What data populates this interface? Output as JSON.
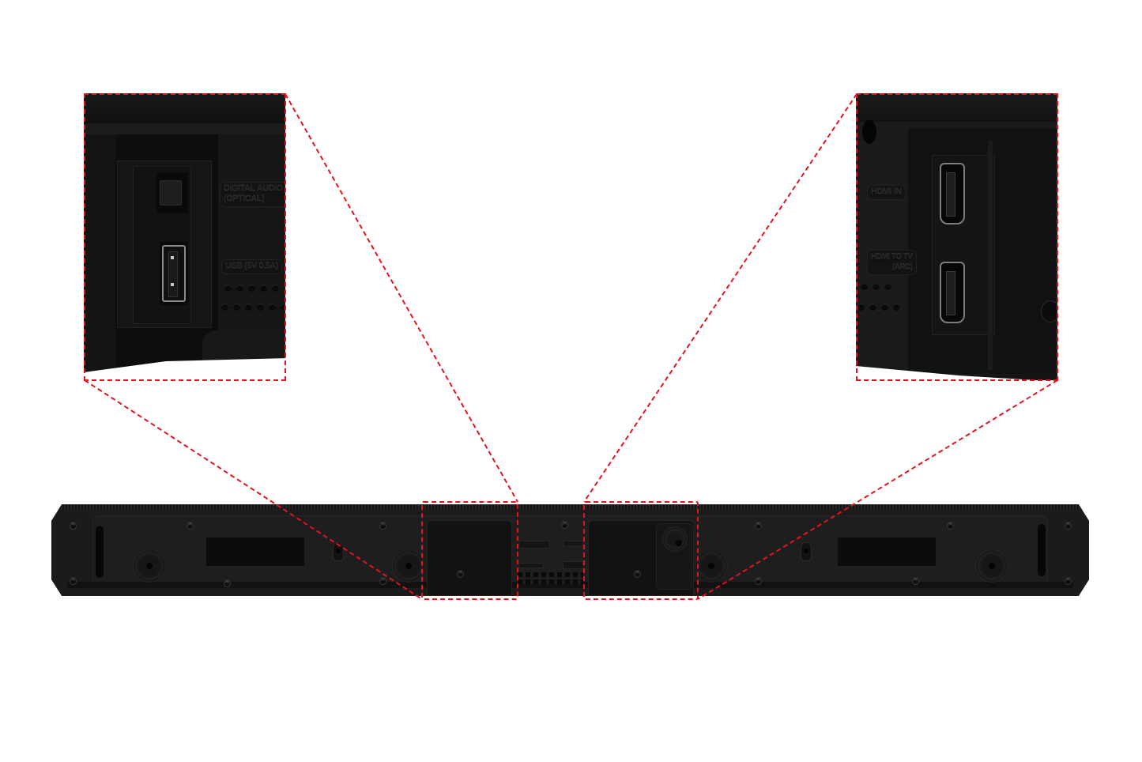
{
  "figure": {
    "description": "Rear panel of soundbar with two magnified callouts of its connection ports",
    "accent_color": "#e0161c",
    "body_color": "#1b1b1b"
  },
  "callouts": {
    "left": {
      "ports": [
        "optical-port",
        "usb-port"
      ],
      "labels": {
        "optical": "DIGITAL AUDIO IN\n(OPTICAL)",
        "usb": "USB (5V 0.5A)"
      }
    },
    "right": {
      "ports": [
        "hdmi-in-port",
        "hdmi-arc-port"
      ],
      "labels": {
        "hdmi_in": "HDMI IN",
        "hdmi_arc": "HDMI TO TV\n(ARC)"
      }
    }
  },
  "soundbar": {
    "highlight_regions": [
      "left-port-bay",
      "right-port-bay"
    ]
  }
}
